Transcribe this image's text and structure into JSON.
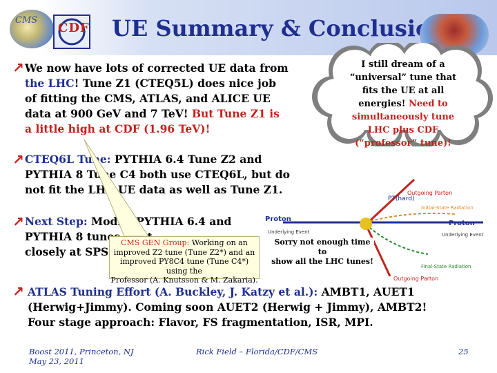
{
  "header": {
    "title": "UE Summary & Conclusions",
    "logo_left": "CMS",
    "logo_right": "CDF"
  },
  "cloud": {
    "line1": "I still dream of a",
    "line2": "“universal” tune that",
    "line3": "fits the UE at all",
    "line4_black": "energies! ",
    "line4_red": "Need to",
    "line5": "simultaneously tune",
    "line6": "LHC plus CDF",
    "line7": "(“professor” tune)!"
  },
  "bullet1": {
    "l1": "We now have lots of corrected UE data from",
    "l2_blue": "the LHC",
    "l2_rest": "! Tune Z1 (CTEQ5L) does nice job",
    "l3": "of fitting the CMS, ATLAS, and ALICE UE",
    "l4_black": "data at 900 GeV and 7 TeV! ",
    "l4_red": "But Tune Z1 is",
    "l5_red": "a little high at CDF (1.96 TeV)!"
  },
  "bullet2": {
    "l1_blue": "CTEQ6L Tune:",
    "l1_rest": " PYTHIA 6.4 Tune Z2 and",
    "l2": "PYTHIA 8 Tune C4 both use CTEQ6L, but do",
    "l3": "not fit the LHC UE data as well as Tune Z1."
  },
  "bullet3": {
    "l1_blue": "Next Step:",
    "l1_rest": " Modify PYTHIA 6.4 and",
    "l2": "PYTHIA 8 tunes to fit",
    "l3": "closely at SPS"
  },
  "callout": {
    "red": "CMS GEN Group:",
    "l1_rest": " Working on an",
    "l2": "improved Z2 tune (Tune Z2*) and an",
    "l3": "improved PY8C4 tune (Tune C4*) using the",
    "l4": "Professor (A. Knutsson & M. Zakaria)."
  },
  "sorry": {
    "l1": "Sorry not enough time to",
    "l2": "show all the LHC tunes!"
  },
  "diagram": {
    "outgoing_top": "Outgoing Parton",
    "pt_hard": "PT(hard)",
    "initial_rad": "Initial-State Radiation",
    "proton_left": "Proton",
    "proton_right": "Proton",
    "underlying_left": "Underlying Event",
    "underlying_right": "Underlying Event",
    "final_rad": "Final-State Radiation",
    "outgoing_bottom": "Outgoing Parton"
  },
  "bullet4": {
    "l1_blue": "ATLAS Tuning Effort (A. Buckley, J. Katzy et al.):",
    "l1_rest": " AMBT1, AUET1",
    "l2": "(Herwig+Jimmy). Coming soon AUET2 (Herwig + Jimmy), AMBT2!",
    "l3": "Four stage approach: Flavor, FS fragmentation, ISR, MPI."
  },
  "footer": {
    "left1": "Boost 2011, Princeton, NJ",
    "left2": "May 23, 2011",
    "center": "Rick Field – Florida/CDF/CMS",
    "page": "25"
  },
  "colors": {
    "accent_red": "#c2231d",
    "title_blue": "#1f2f8f",
    "callout_bg": "#ffffe0"
  }
}
